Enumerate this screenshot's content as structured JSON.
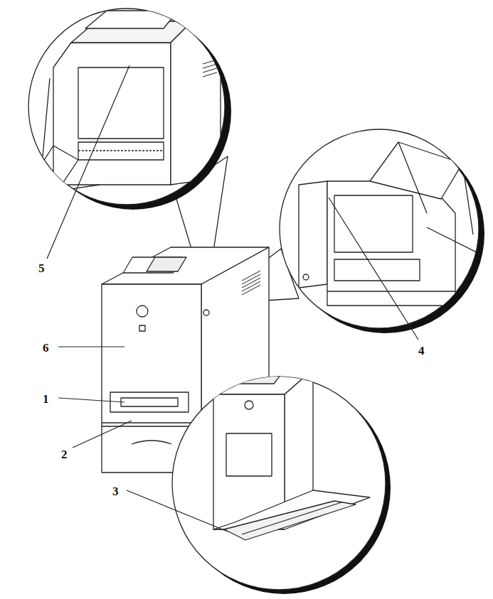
{
  "diagram": {
    "labels": [
      "5",
      "4",
      "6",
      "1",
      "2",
      "3"
    ]
  }
}
